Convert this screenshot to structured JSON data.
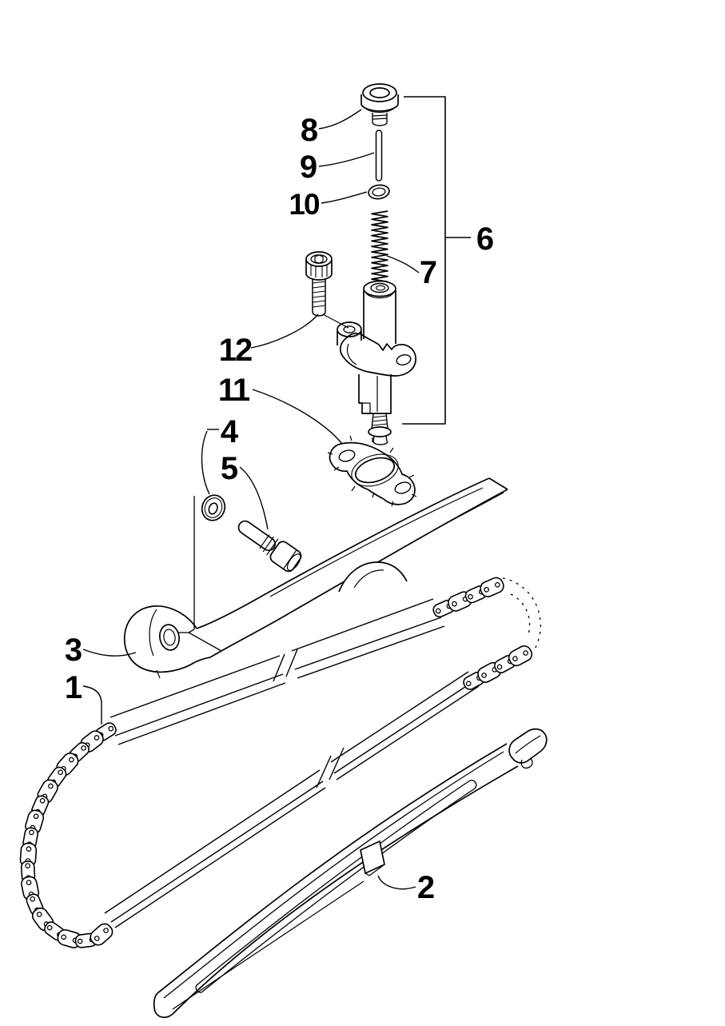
{
  "figure": {
    "background": "#ffffff",
    "line_color": "#000000",
    "description_labels_only": true,
    "callouts": [
      {
        "label": "1"
      },
      {
        "label": "2"
      },
      {
        "label": "3"
      },
      {
        "label": "4"
      },
      {
        "label": "5"
      },
      {
        "label": "6"
      },
      {
        "label": "7"
      },
      {
        "label": "8"
      },
      {
        "label": "9"
      },
      {
        "label": "10"
      },
      {
        "label": "11"
      },
      {
        "label": "12"
      }
    ]
  }
}
